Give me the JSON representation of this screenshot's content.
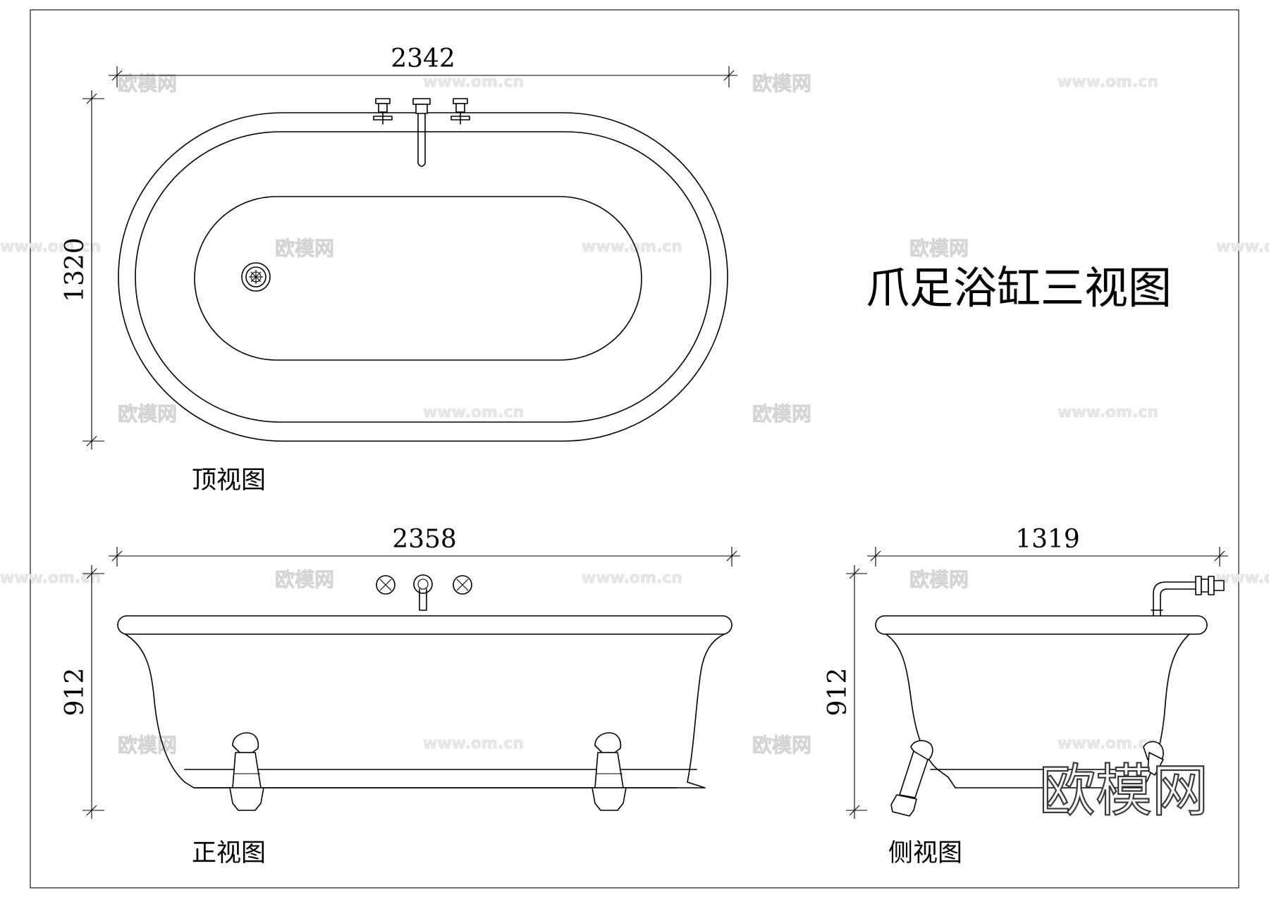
{
  "title": "爪足浴缸三视图",
  "views": {
    "top": {
      "label": "顶视图",
      "width_dim": "2342",
      "height_dim": "1320"
    },
    "front": {
      "label": "正视图",
      "width_dim": "2358",
      "height_dim": "912"
    },
    "side": {
      "label": "侧视图",
      "width_dim": "1319",
      "height_dim": "912"
    }
  },
  "watermark": {
    "brand": "欧模网",
    "url": "www.om.cn"
  }
}
